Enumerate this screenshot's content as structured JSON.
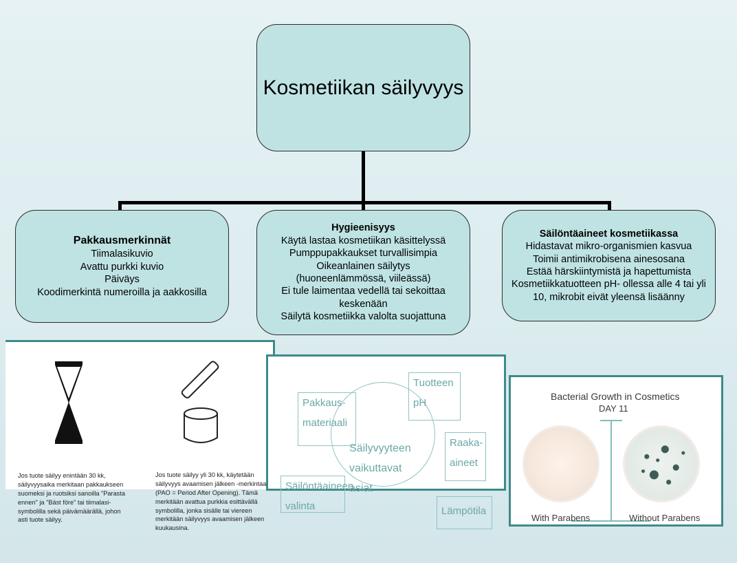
{
  "root": {
    "title": "Kosmetiikan säilyvyys"
  },
  "children": [
    {
      "title": "Pakkausmerkinnät",
      "lines": [
        "Tiimalasikuvio",
        "Avattu purkki kuvio",
        "Päiväys",
        "Koodimerkintä numeroilla ja aakkosilla"
      ]
    },
    {
      "title": "Hygieenisyys",
      "lines": [
        "Käytä lastaa kosmetiikan käsittelyssä",
        "Pumppupakkaukset turvallisimpia",
        "Oikeanlainen säilytys",
        "(huoneenlämmössä, viileässä)",
        "Ei tule laimentaa vedellä tai sekoittaa",
        "keskenään",
        "Säilytä kosmetiikka valolta suojattuna"
      ]
    },
    {
      "title": "Säilöntäaineet kosmetiikassa",
      "lines": [
        "Hidastavat mikro-organismien kasvua",
        "Toimii antimikrobisena ainesosana",
        "Estää härskiintymistä ja hapettumista",
        "Kosmetiikkatuotteen pH- ollessa alle 4 tai yli",
        "10, mikrobit eivät yleensä lisäänny"
      ]
    }
  ],
  "symbols_panel": {
    "hourglass_text": [
      "Jos tuote säilyy enintään 30 kk,",
      "säilyvyysaika merkitaan pakkaukseen",
      "suomeksi ja ruotsiksi sanoilla \"Parasta",
      "ennen\" ja \"Bäst före\" tai tiimalasi-",
      "symbolilla sekä päivämäärällä, johon",
      "asti tuote säilyy."
    ],
    "jar_text": [
      "Jos tuote säilyy yli 30 kk, käytetään",
      "säilyvyys avaamisen jälkeen -merkintaa",
      "(PAO = Period After Opening). Tämä",
      "merkitään avattua purkkia esittävällä",
      "symbolilla, jonka sisälle tai viereen",
      "merkitään säilyvyys avaamisen jälkeen",
      "kuukausina."
    ]
  },
  "factors_panel": {
    "center": [
      "Säilyvyyteen",
      "vaikuttavat",
      "asiat"
    ],
    "factors": {
      "pakkaus": [
        "Pakkaus-",
        "materiaali"
      ],
      "ph": [
        "Tuotteen",
        "pH"
      ],
      "raaka": [
        "Raaka-",
        "aineet"
      ],
      "lampo": [
        "Lämpötila"
      ],
      "sailonta": [
        "Säilöntäaineen",
        "valinta"
      ]
    }
  },
  "bacteria_panel": {
    "title": "Bacterial Growth in Cosmetics",
    "day": "DAY 11",
    "left_label": "With Parabens",
    "right_label": "Without Parabens"
  },
  "colors": {
    "box_fill": "#bfe3e3",
    "accent": "#3e8a8a",
    "factor_text": "#6aa8a6"
  }
}
